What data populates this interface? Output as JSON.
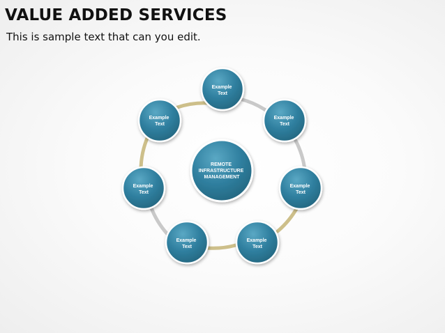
{
  "slide": {
    "title": "VALUE ADDED SERVICES",
    "subtitle": "This is sample text that can you edit."
  },
  "diagram": {
    "center": {
      "lines": [
        "REMOTE",
        "INFRASTRUCTURE",
        "MANAGEMENT"
      ]
    },
    "nodes": [
      {
        "lines": [
          "Example",
          "Text"
        ]
      },
      {
        "lines": [
          "Example",
          "Text"
        ]
      },
      {
        "lines": [
          "Example",
          "Text"
        ]
      },
      {
        "lines": [
          "Example",
          "Text"
        ]
      },
      {
        "lines": [
          "Example",
          "Text"
        ]
      },
      {
        "lines": [
          "Example",
          "Text"
        ]
      },
      {
        "lines": [
          "Example",
          "Text"
        ]
      }
    ],
    "colors": {
      "node_fill": "#2f7f9f",
      "node_highlight": "#5aa8c4",
      "node_border": "#ffffff",
      "ring_gold": "#cdbf8a",
      "ring_silver": "#c9c9c9"
    }
  }
}
